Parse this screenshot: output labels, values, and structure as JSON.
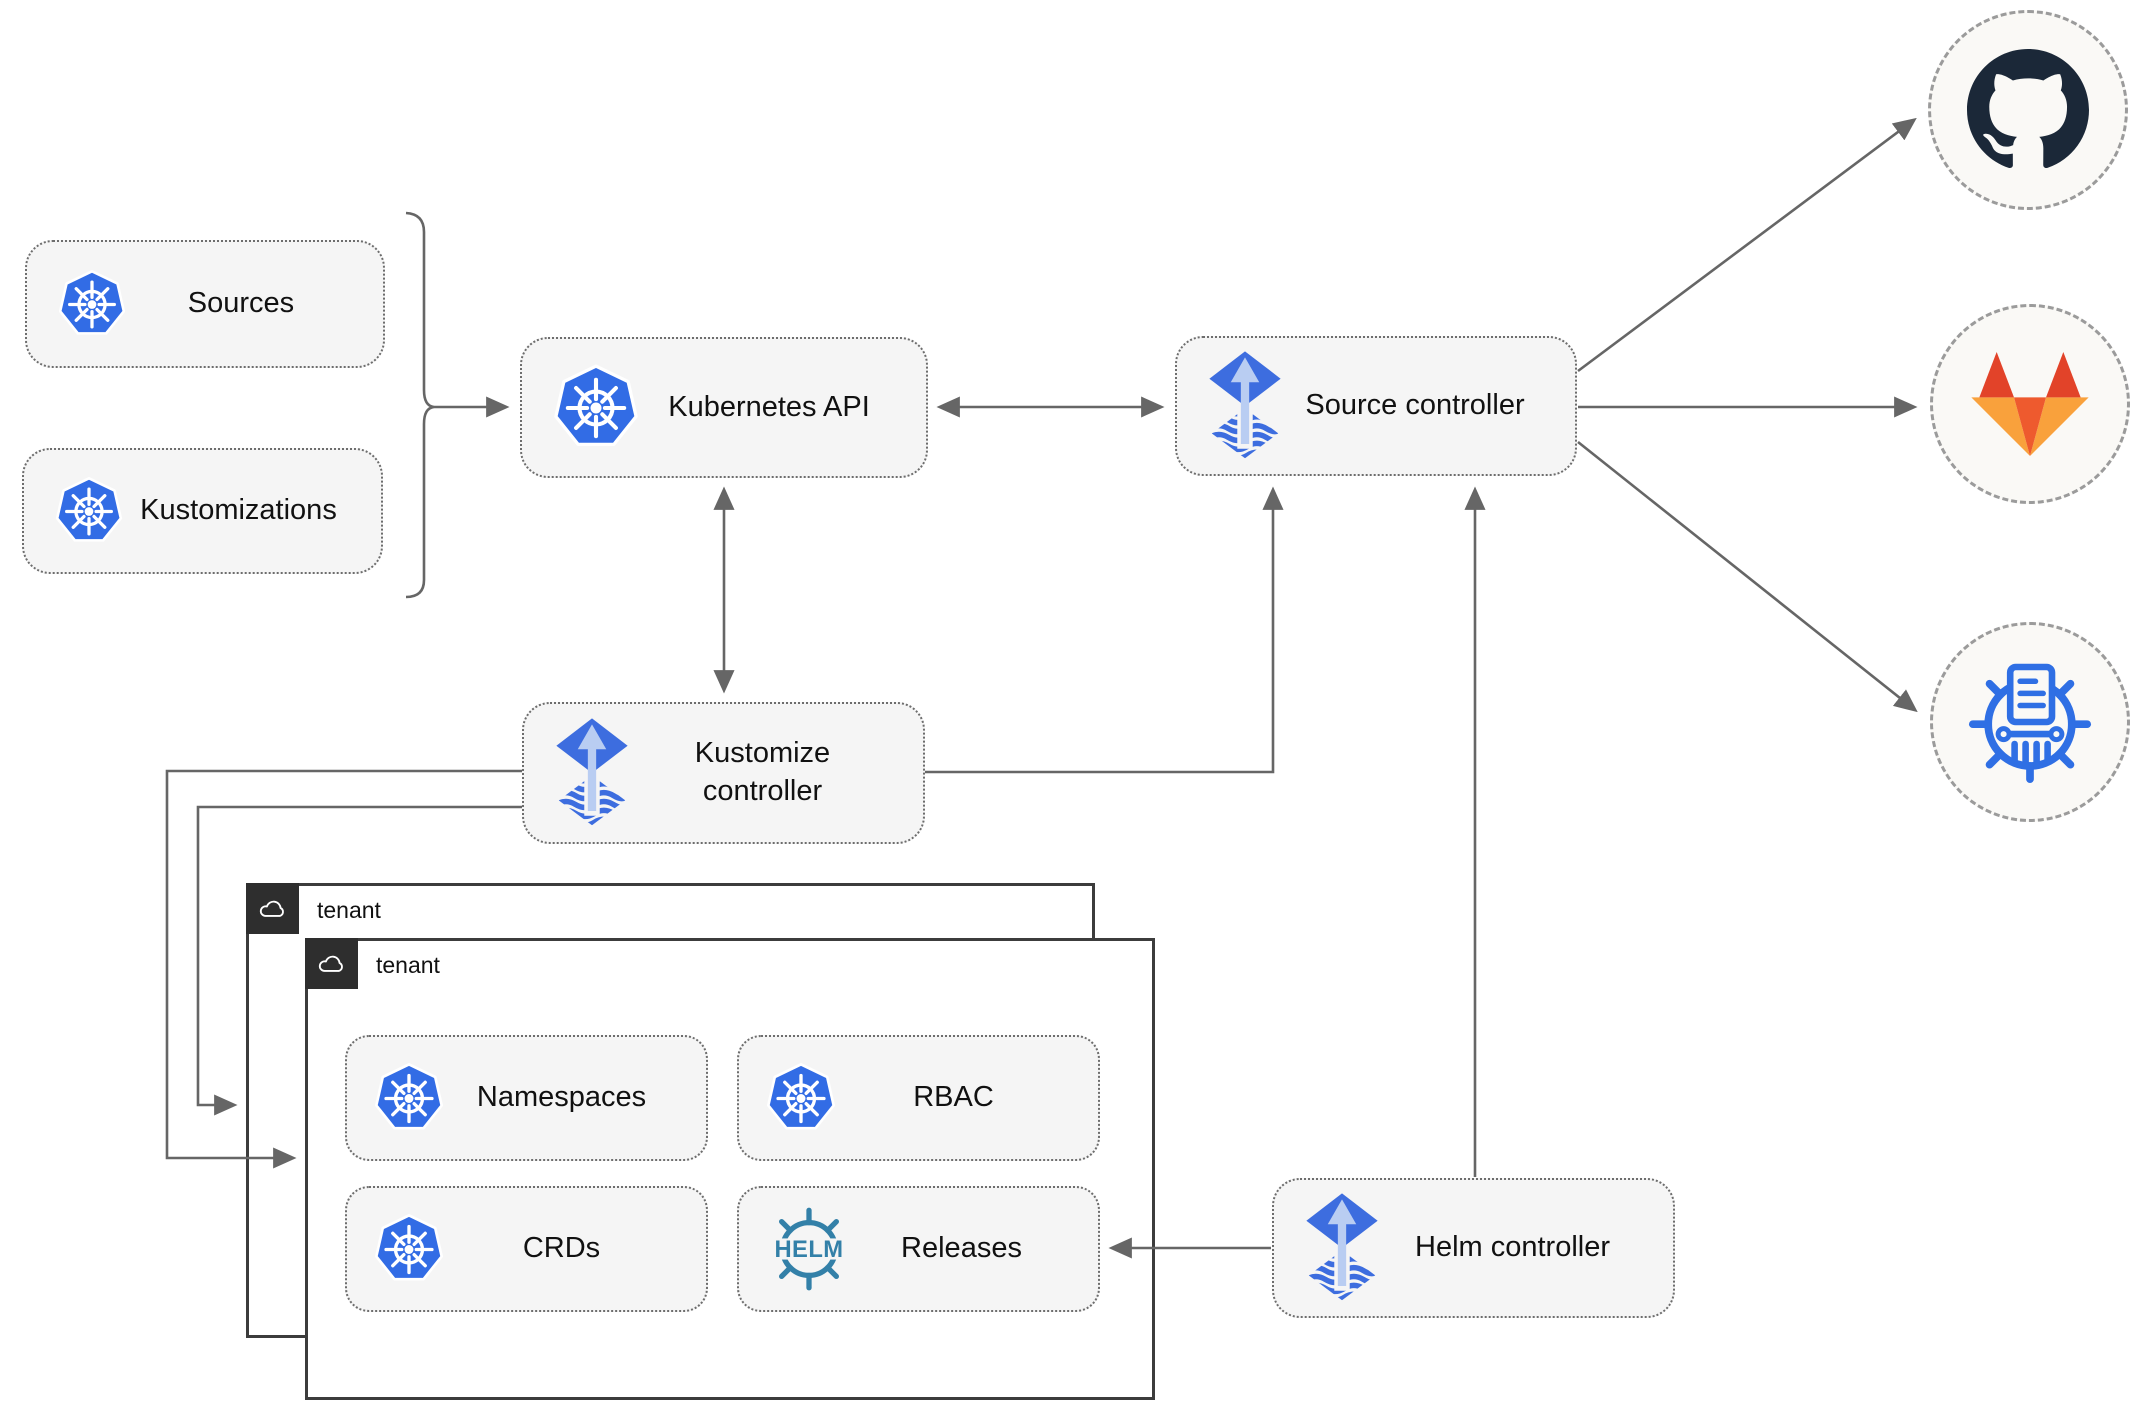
{
  "nodes": {
    "sources": {
      "label": "Sources",
      "icon": "kubernetes-icon"
    },
    "kustomizations": {
      "label": "Kustomizations",
      "icon": "kubernetes-icon"
    },
    "kubernetes_api": {
      "label": "Kubernetes API",
      "icon": "kubernetes-icon"
    },
    "source_controller": {
      "label": "Source controller",
      "icon": "flux-icon"
    },
    "kustomize_controller": {
      "label": "Kustomize controller",
      "icon": "flux-icon"
    },
    "helm_controller": {
      "label": "Helm controller",
      "icon": "flux-icon"
    }
  },
  "tenants": {
    "back": {
      "label": "tenant"
    },
    "front": {
      "label": "tenant"
    }
  },
  "resources": {
    "namespaces": {
      "label": "Namespaces",
      "icon": "kubernetes-icon"
    },
    "rbac": {
      "label": "RBAC",
      "icon": "kubernetes-icon"
    },
    "crds": {
      "label": "CRDs",
      "icon": "kubernetes-icon"
    },
    "releases": {
      "label": "Releases",
      "icon": "helm-icon"
    }
  },
  "endpoints": {
    "github": {
      "icon": "github-icon"
    },
    "gitlab": {
      "icon": "gitlab-icon"
    },
    "helm_repository": {
      "icon": "helm-repository-icon"
    }
  },
  "helm_logo_text": "HELM",
  "edges": [
    {
      "from": "sources-and-kustomizations-brace",
      "to": "kubernetes_api",
      "style": "arrow"
    },
    {
      "from": "kubernetes_api",
      "to": "source_controller",
      "style": "double-arrow"
    },
    {
      "from": "kubernetes_api",
      "to": "kustomize_controller",
      "style": "double-arrow"
    },
    {
      "from": "kustomize_controller",
      "to": "source_controller",
      "style": "arrow"
    },
    {
      "from": "helm_controller",
      "to": "source_controller",
      "style": "arrow"
    },
    {
      "from": "helm_controller",
      "to": "releases",
      "style": "arrow"
    },
    {
      "from": "kustomize_controller",
      "to": "tenant_front",
      "style": "arrow"
    },
    {
      "from": "kustomize_controller",
      "to": "tenant_back",
      "style": "arrow"
    },
    {
      "from": "source_controller",
      "to": "github",
      "style": "arrow"
    },
    {
      "from": "source_controller",
      "to": "gitlab",
      "style": "arrow"
    },
    {
      "from": "source_controller",
      "to": "helm_repository",
      "style": "arrow"
    }
  ],
  "colors": {
    "kubernetes_blue": "#326CE5",
    "flux_blue": "#3D6DDF",
    "flux_arrow_light": "#B9CDF2",
    "helm_teal": "#3380A8",
    "github_dark": "#1B2838",
    "gitlab_red": "#E24329",
    "gitlab_orange": "#EE5A2E",
    "gitlab_light_orange": "#F9A13C",
    "museum_blue": "#2F6FE4",
    "line_gray": "#666666",
    "node_fill": "#F5F5F5",
    "tenant_border": "#3C3C3C",
    "tab_background": "#2E2E2E"
  }
}
